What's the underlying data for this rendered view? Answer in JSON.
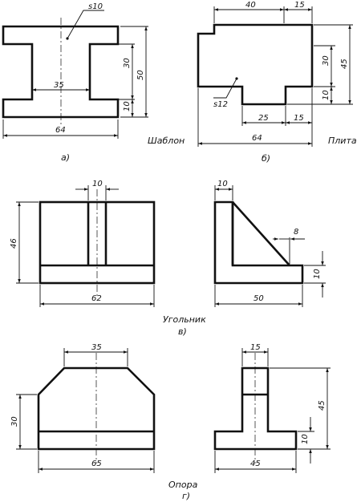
{
  "figures": {
    "a": {
      "caption": "а)",
      "name": "Шаблон",
      "thickness": "s10",
      "dims": {
        "inner_width": "35",
        "total_width": "64",
        "web_height": "30",
        "flange": "10",
        "total_height": "50"
      }
    },
    "b": {
      "caption": "б)",
      "name": "Плита",
      "thickness": "s12",
      "dims": {
        "top_left": "40",
        "top_right": "15",
        "total_width": "64",
        "bottom_mid": "25",
        "bottom_right": "15",
        "mid_height": "30",
        "bottom_step": "10",
        "total_height": "45"
      }
    },
    "v": {
      "caption": "в)",
      "name": "Угольник",
      "dims": {
        "slot": "10",
        "front_height": "46",
        "front_width": "62",
        "side_top": "10",
        "rib": "8",
        "side_width": "50",
        "base": "10"
      }
    },
    "g": {
      "caption": "г)",
      "name": "Опора",
      "dims": {
        "top_width": "35",
        "height": "30",
        "width": "65",
        "side_top": "15",
        "side_height": "45",
        "base": "10",
        "side_width": "45"
      }
    }
  }
}
